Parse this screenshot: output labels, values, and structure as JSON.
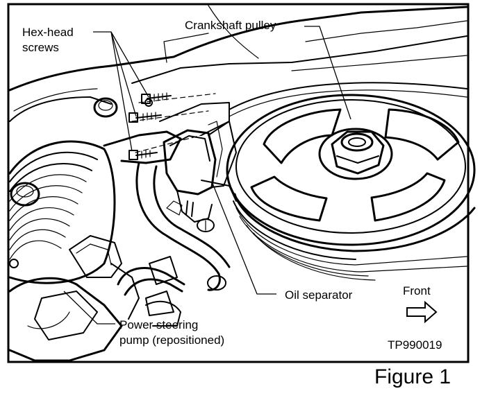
{
  "labels": {
    "hex_head_screws_line1": "Hex-head",
    "hex_head_screws_line2": "screws",
    "crankshaft_pulley": "Crankshaft pulley",
    "oil_separator": "Oil separator",
    "front": "Front",
    "power_steering_line1": "Power steering",
    "power_steering_line2": "pump (repositioned)",
    "illustration_code": "TP990019"
  },
  "caption": "Figure 1",
  "icons": {
    "front_arrow": "outline-right-arrow-icon"
  }
}
